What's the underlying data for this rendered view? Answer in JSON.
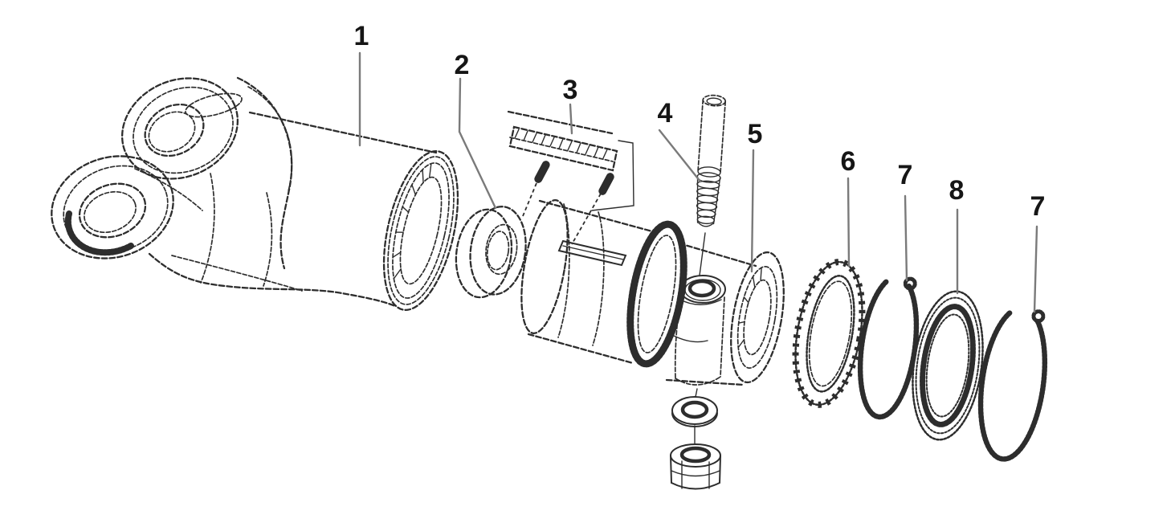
{
  "diagram": {
    "kind": "exploded-parts-diagram",
    "subject": "Drive shaft yoke and splined clamp hub assembly with retaining rings",
    "background_color": "#ffffff",
    "line_color": "#2d2d2d",
    "leader_line_color": "#7a7a7a",
    "label_color": "#161616",
    "callouts": [
      {
        "ref": "1",
        "part": "yoke-with-bell-tube"
      },
      {
        "ref": "2",
        "part": "bearing-ring"
      },
      {
        "ref": "3",
        "part": "serrated-key-with-pins"
      },
      {
        "ref": "4",
        "part": "threaded-stud"
      },
      {
        "ref": "5",
        "part": "splined-clamp-hub"
      },
      {
        "ref": "6",
        "part": "notched-lock-washer"
      },
      {
        "ref": "7",
        "part": "snap-ring-left"
      },
      {
        "ref": "8",
        "part": "seal-ring"
      },
      {
        "ref": "7",
        "part": "snap-ring-right"
      }
    ]
  }
}
